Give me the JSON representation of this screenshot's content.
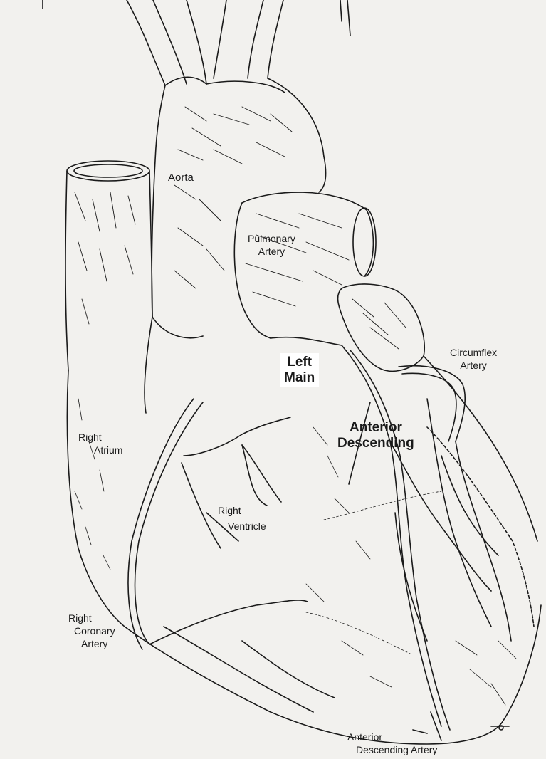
{
  "labels": {
    "aorta": "Aorta",
    "pulmonary_artery": [
      "Pulmonary",
      "Artery"
    ],
    "left_main": [
      "Left",
      "Main"
    ],
    "circumflex_artery": [
      "Circumflex",
      "Artery"
    ],
    "right_atrium": [
      "Right",
      "Atrium"
    ],
    "anterior_descending": [
      "Anterior",
      "Descending"
    ],
    "right_ventricle": [
      "Right",
      "Ventricle"
    ],
    "right_coronary_artery": [
      "Right",
      "Coronary",
      "Artery"
    ],
    "anterior_descending_artery": [
      "Anterior",
      "Descending Artery"
    ]
  },
  "colors": {
    "ink": "#1a1a1a",
    "paper": "#f2f1ee",
    "label_box": "#ffffff"
  }
}
